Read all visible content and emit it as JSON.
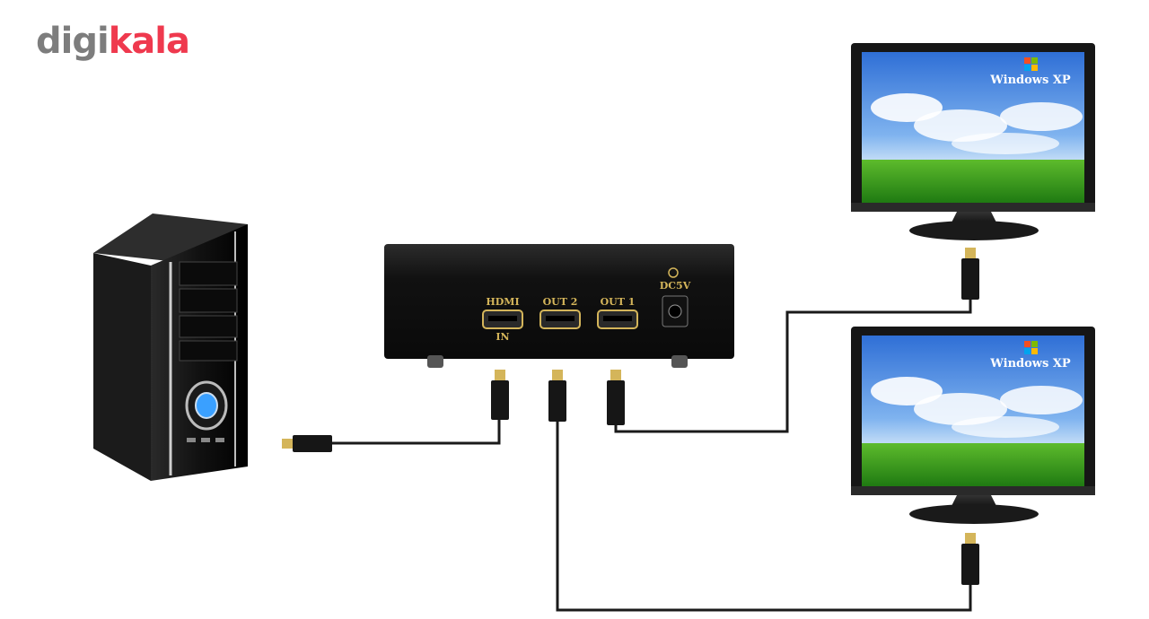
{
  "brand": {
    "part1": "digi",
    "part2": "kala",
    "color_gray": "#7d7d7d",
    "color_red": "#ef394e"
  },
  "splitter": {
    "ports": [
      {
        "id": "hdmi-in",
        "label": "HDMI",
        "sublabel": "IN"
      },
      {
        "id": "out-2",
        "label": "OUT 2"
      },
      {
        "id": "out-1",
        "label": "OUT 1"
      }
    ],
    "power_label": "DC5V"
  },
  "monitors": [
    {
      "os_label": "Windows XP"
    },
    {
      "os_label": "Windows XP"
    }
  ],
  "colors": {
    "cable": "#1a1a1a",
    "gold": "#d4b55a",
    "device": "#141414"
  }
}
